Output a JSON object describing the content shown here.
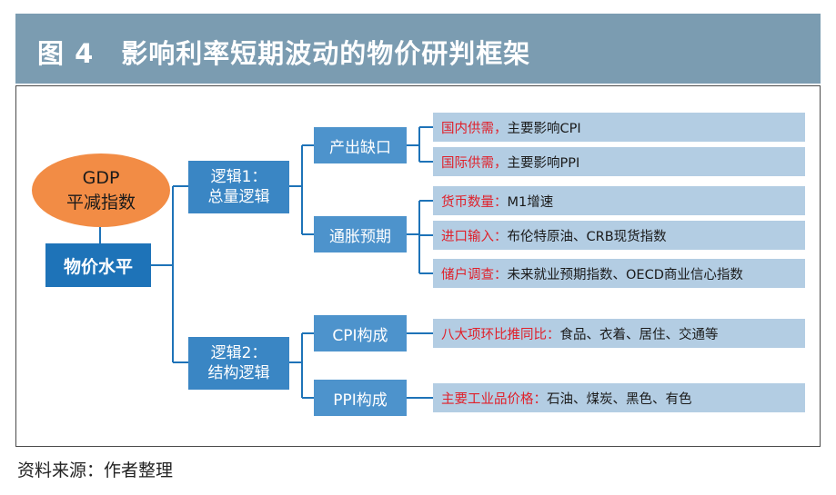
{
  "title": "图 4　影响利率短期波动的物价研判框架",
  "root": {
    "ellipse_line1": "GDP",
    "ellipse_line2": "平减指数",
    "box": "物价水平"
  },
  "logic1": {
    "line1": "逻辑1：",
    "line2": "总量逻辑",
    "children": [
      {
        "label": "产出缺口",
        "leaves": [
          {
            "key": "国内供需，",
            "text": "主要影响CPI"
          },
          {
            "key": "国际供需，",
            "text": "主要影响PPI"
          }
        ]
      },
      {
        "label": "通胀预期",
        "leaves": [
          {
            "key": "货币数量：",
            "text": "M1增速"
          },
          {
            "key": "进口输入：",
            "text": "布伦特原油、CRB现货指数"
          },
          {
            "key": "储户调查：",
            "text": "未来就业预期指数、OECD商业信心指数"
          }
        ]
      }
    ]
  },
  "logic2": {
    "line1": "逻辑2：",
    "line2": "结构逻辑",
    "children": [
      {
        "label": "CPI构成",
        "leaves": [
          {
            "key": "八大项环比推同比：",
            "text": "食品、衣着、居住、交通等"
          }
        ]
      },
      {
        "label": "PPI构成",
        "leaves": [
          {
            "key": "主要工业品价格：",
            "text": "石油、煤炭、黑色、有色"
          }
        ]
      }
    ]
  },
  "source": "资料来源：作者整理",
  "colors": {
    "title_bar": "#7b9cb1",
    "ellipse": "#f28c45",
    "root_box": "#1e73b8",
    "logic_box": "#3a86c4",
    "child_box": "#4d93cc",
    "leaf_box": "#b3cde3",
    "key_text": "#e0202a",
    "connector": "#1e73b8"
  }
}
